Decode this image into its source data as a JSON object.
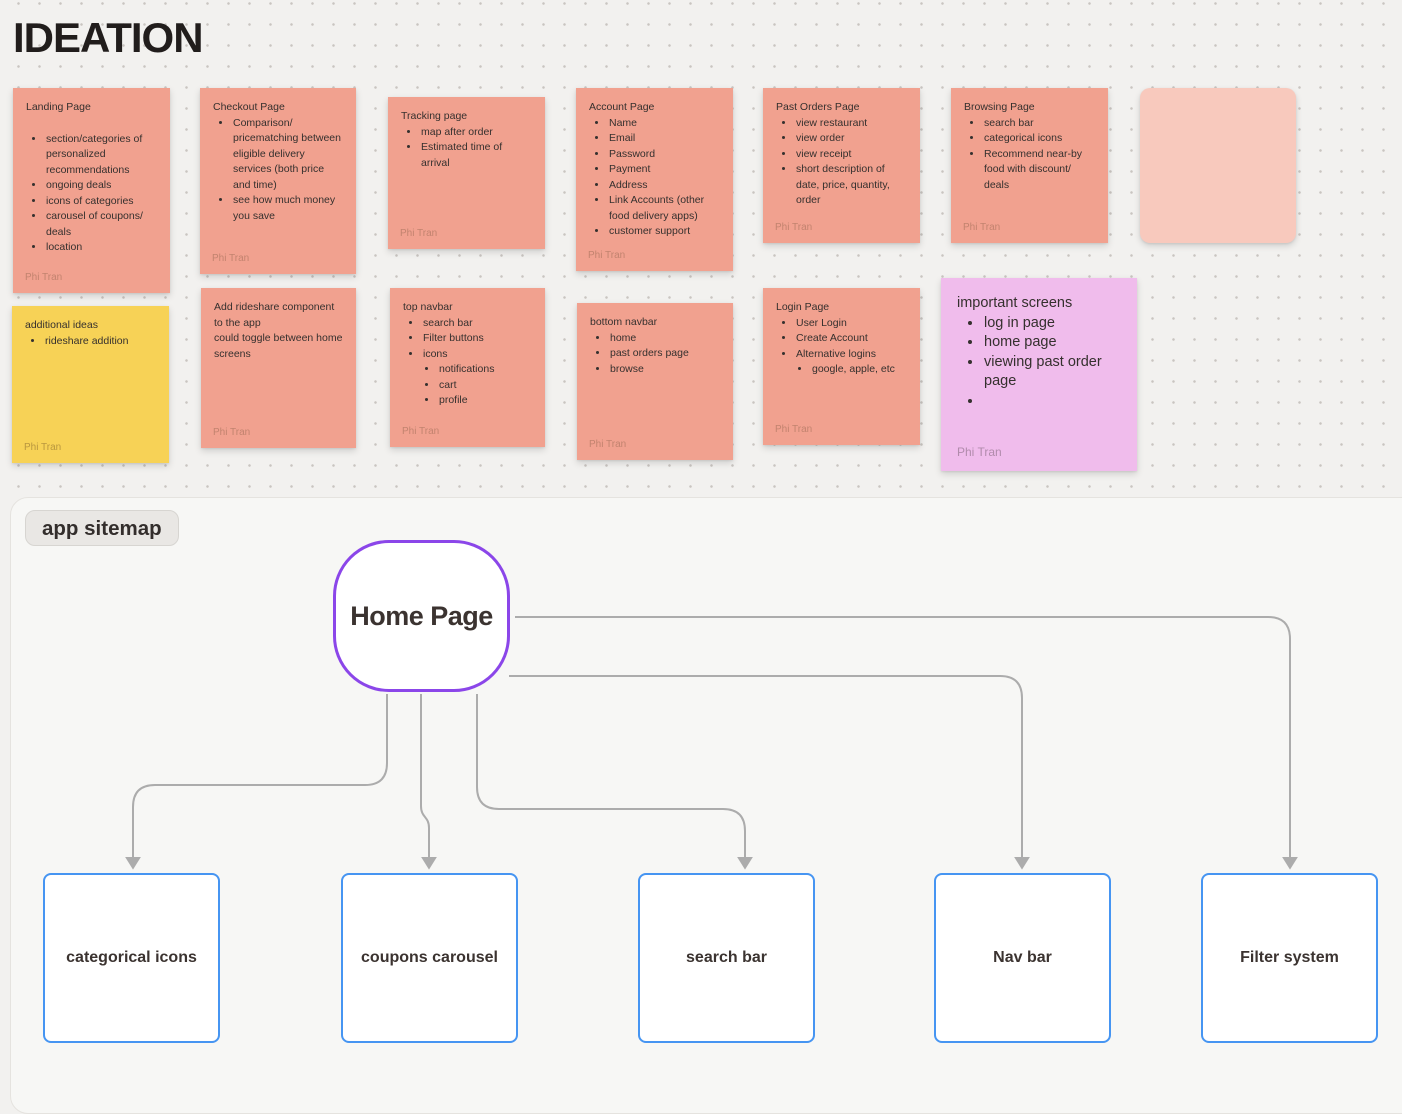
{
  "title": "IDEATION",
  "stickies": {
    "landing": {
      "title": "Landing Page",
      "bullets": [
        "section/categories of personalized recommendations",
        "ongoing deals",
        "icons of categories",
        "carousel of coupons/ deals",
        "location"
      ],
      "author": "Phi Tran"
    },
    "checkout": {
      "title": "Checkout Page",
      "bullets": [
        "Comparison/ pricematching between eligible delivery services (both price and time)",
        "see how much money you save"
      ],
      "author": "Phi Tran"
    },
    "tracking": {
      "title": "Tracking page",
      "bullets": [
        "map after order",
        "Estimated time of arrival"
      ],
      "author": "Phi Tran"
    },
    "account": {
      "title": "Account Page",
      "bullets": [
        "Name",
        "Email",
        "Password",
        "Payment",
        "Address",
        "Link Accounts (other food delivery apps)",
        "customer support"
      ],
      "author": "Phi Tran"
    },
    "past_orders": {
      "title": "Past Orders Page",
      "bullets": [
        "view restaurant",
        "view order",
        "view receipt",
        "short description of date, price, quantity, order"
      ],
      "author": "Phi Tran"
    },
    "browsing": {
      "title": "Browsing Page",
      "bullets": [
        "search bar",
        "categorical icons",
        "Recommend near-by food with discount/ deals"
      ],
      "author": "Phi Tran"
    },
    "additional_ideas": {
      "title": "additional ideas",
      "bullets": [
        "rideshare addition"
      ],
      "author": "Phi Tran"
    },
    "rideshare": {
      "lines": [
        "Add rideshare component to the app",
        "could toggle between home screens"
      ],
      "author": "Phi Tran"
    },
    "top_navbar": {
      "title": "top navbar",
      "bullets": [
        "search bar",
        "Filter buttons",
        "icons"
      ],
      "sub_bullets": [
        "notifications",
        "cart",
        "profile"
      ],
      "author": "Phi Tran"
    },
    "bottom_navbar": {
      "title": "bottom navbar",
      "bullets": [
        "home",
        "past orders page",
        "browse"
      ],
      "author": "Phi Tran"
    },
    "login": {
      "title": "Login Page",
      "bullets": [
        "User Login",
        "Create Account",
        "Alternative logins"
      ],
      "sub_bullets": [
        "google, apple, etc"
      ],
      "author": "Phi Tran"
    },
    "important_screens": {
      "title": "important screens",
      "bullets": [
        "log in page",
        "home page",
        "viewing past order page",
        ""
      ],
      "author": "Phi Tran"
    }
  },
  "sitemap": {
    "label": "app sitemap",
    "root": "Home Page",
    "nodes": [
      "categorical icons",
      "coupons carousel",
      "search bar",
      "Nav bar",
      "Filter system"
    ]
  },
  "colors": {
    "canvas": "#F2F1EF",
    "sticky_salmon": "#F1A18F",
    "sticky_salmon_light": "#F8C9BD",
    "sticky_yellow": "#F7D256",
    "sticky_pink": "#F0BCEC",
    "node_border_purple": "#8B46E9",
    "box_border_blue": "#4695F2",
    "connector_gray": "#ACACAC"
  }
}
